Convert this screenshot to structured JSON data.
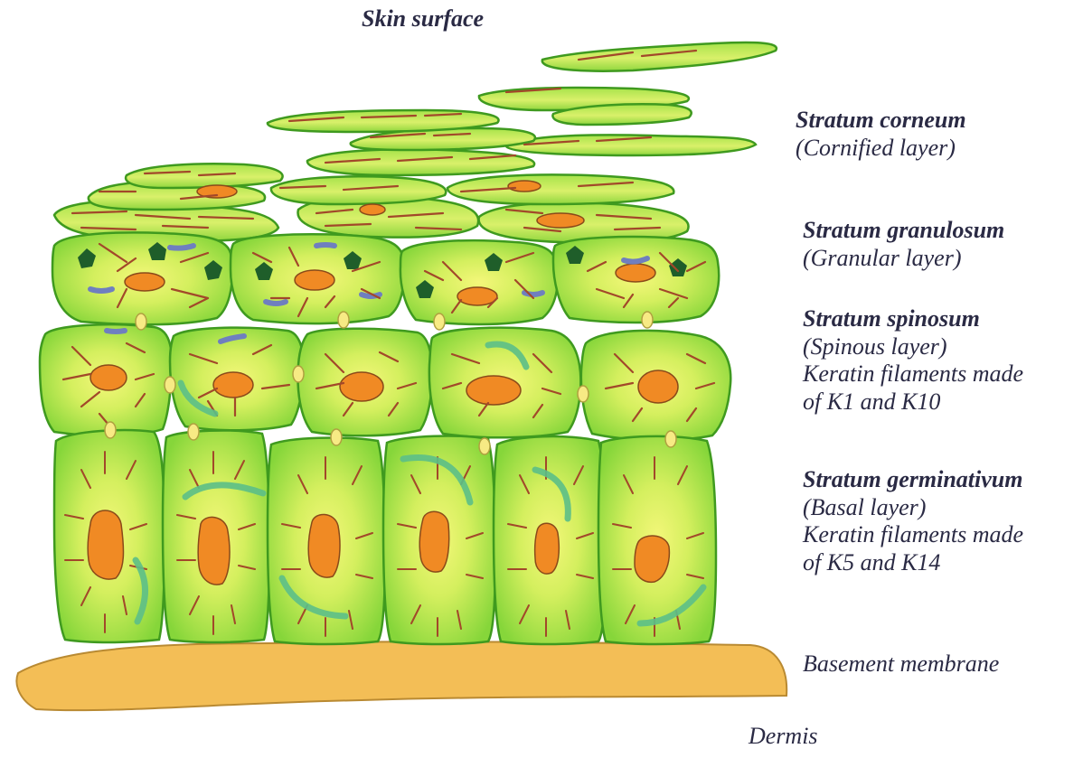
{
  "diagram": {
    "top_label": "Skin surface",
    "bottom_label": "Dermis",
    "layers": [
      {
        "title": "Stratum corneum",
        "lines": [
          "(Cornified layer)"
        ]
      },
      {
        "title": "Stratum granulosum",
        "lines": [
          "(Granular layer)"
        ]
      },
      {
        "title": "Stratum spinosum",
        "lines": [
          "(Spinous layer)",
          "Keratin filaments made",
          "of K1 and K10"
        ]
      },
      {
        "title": "Stratum germinativum",
        "lines": [
          "(Basal layer)",
          "Keratin filaments made",
          "of K5 and K14"
        ]
      }
    ],
    "membrane_label": "Basement membrane",
    "colors": {
      "cell_edge": "#3f9a1f",
      "cell_fill": "#8fdc3c",
      "cell_center": "#f4f77a",
      "nucleus": "#f08a24",
      "keratin": "#a2482a",
      "granule_dark": "#1f5e2a",
      "granule_blue": "#6f7fbf",
      "desmosome": "#f7ea84",
      "hemidesmosome": "#5cbf88",
      "membrane": "#f3be56"
    }
  }
}
